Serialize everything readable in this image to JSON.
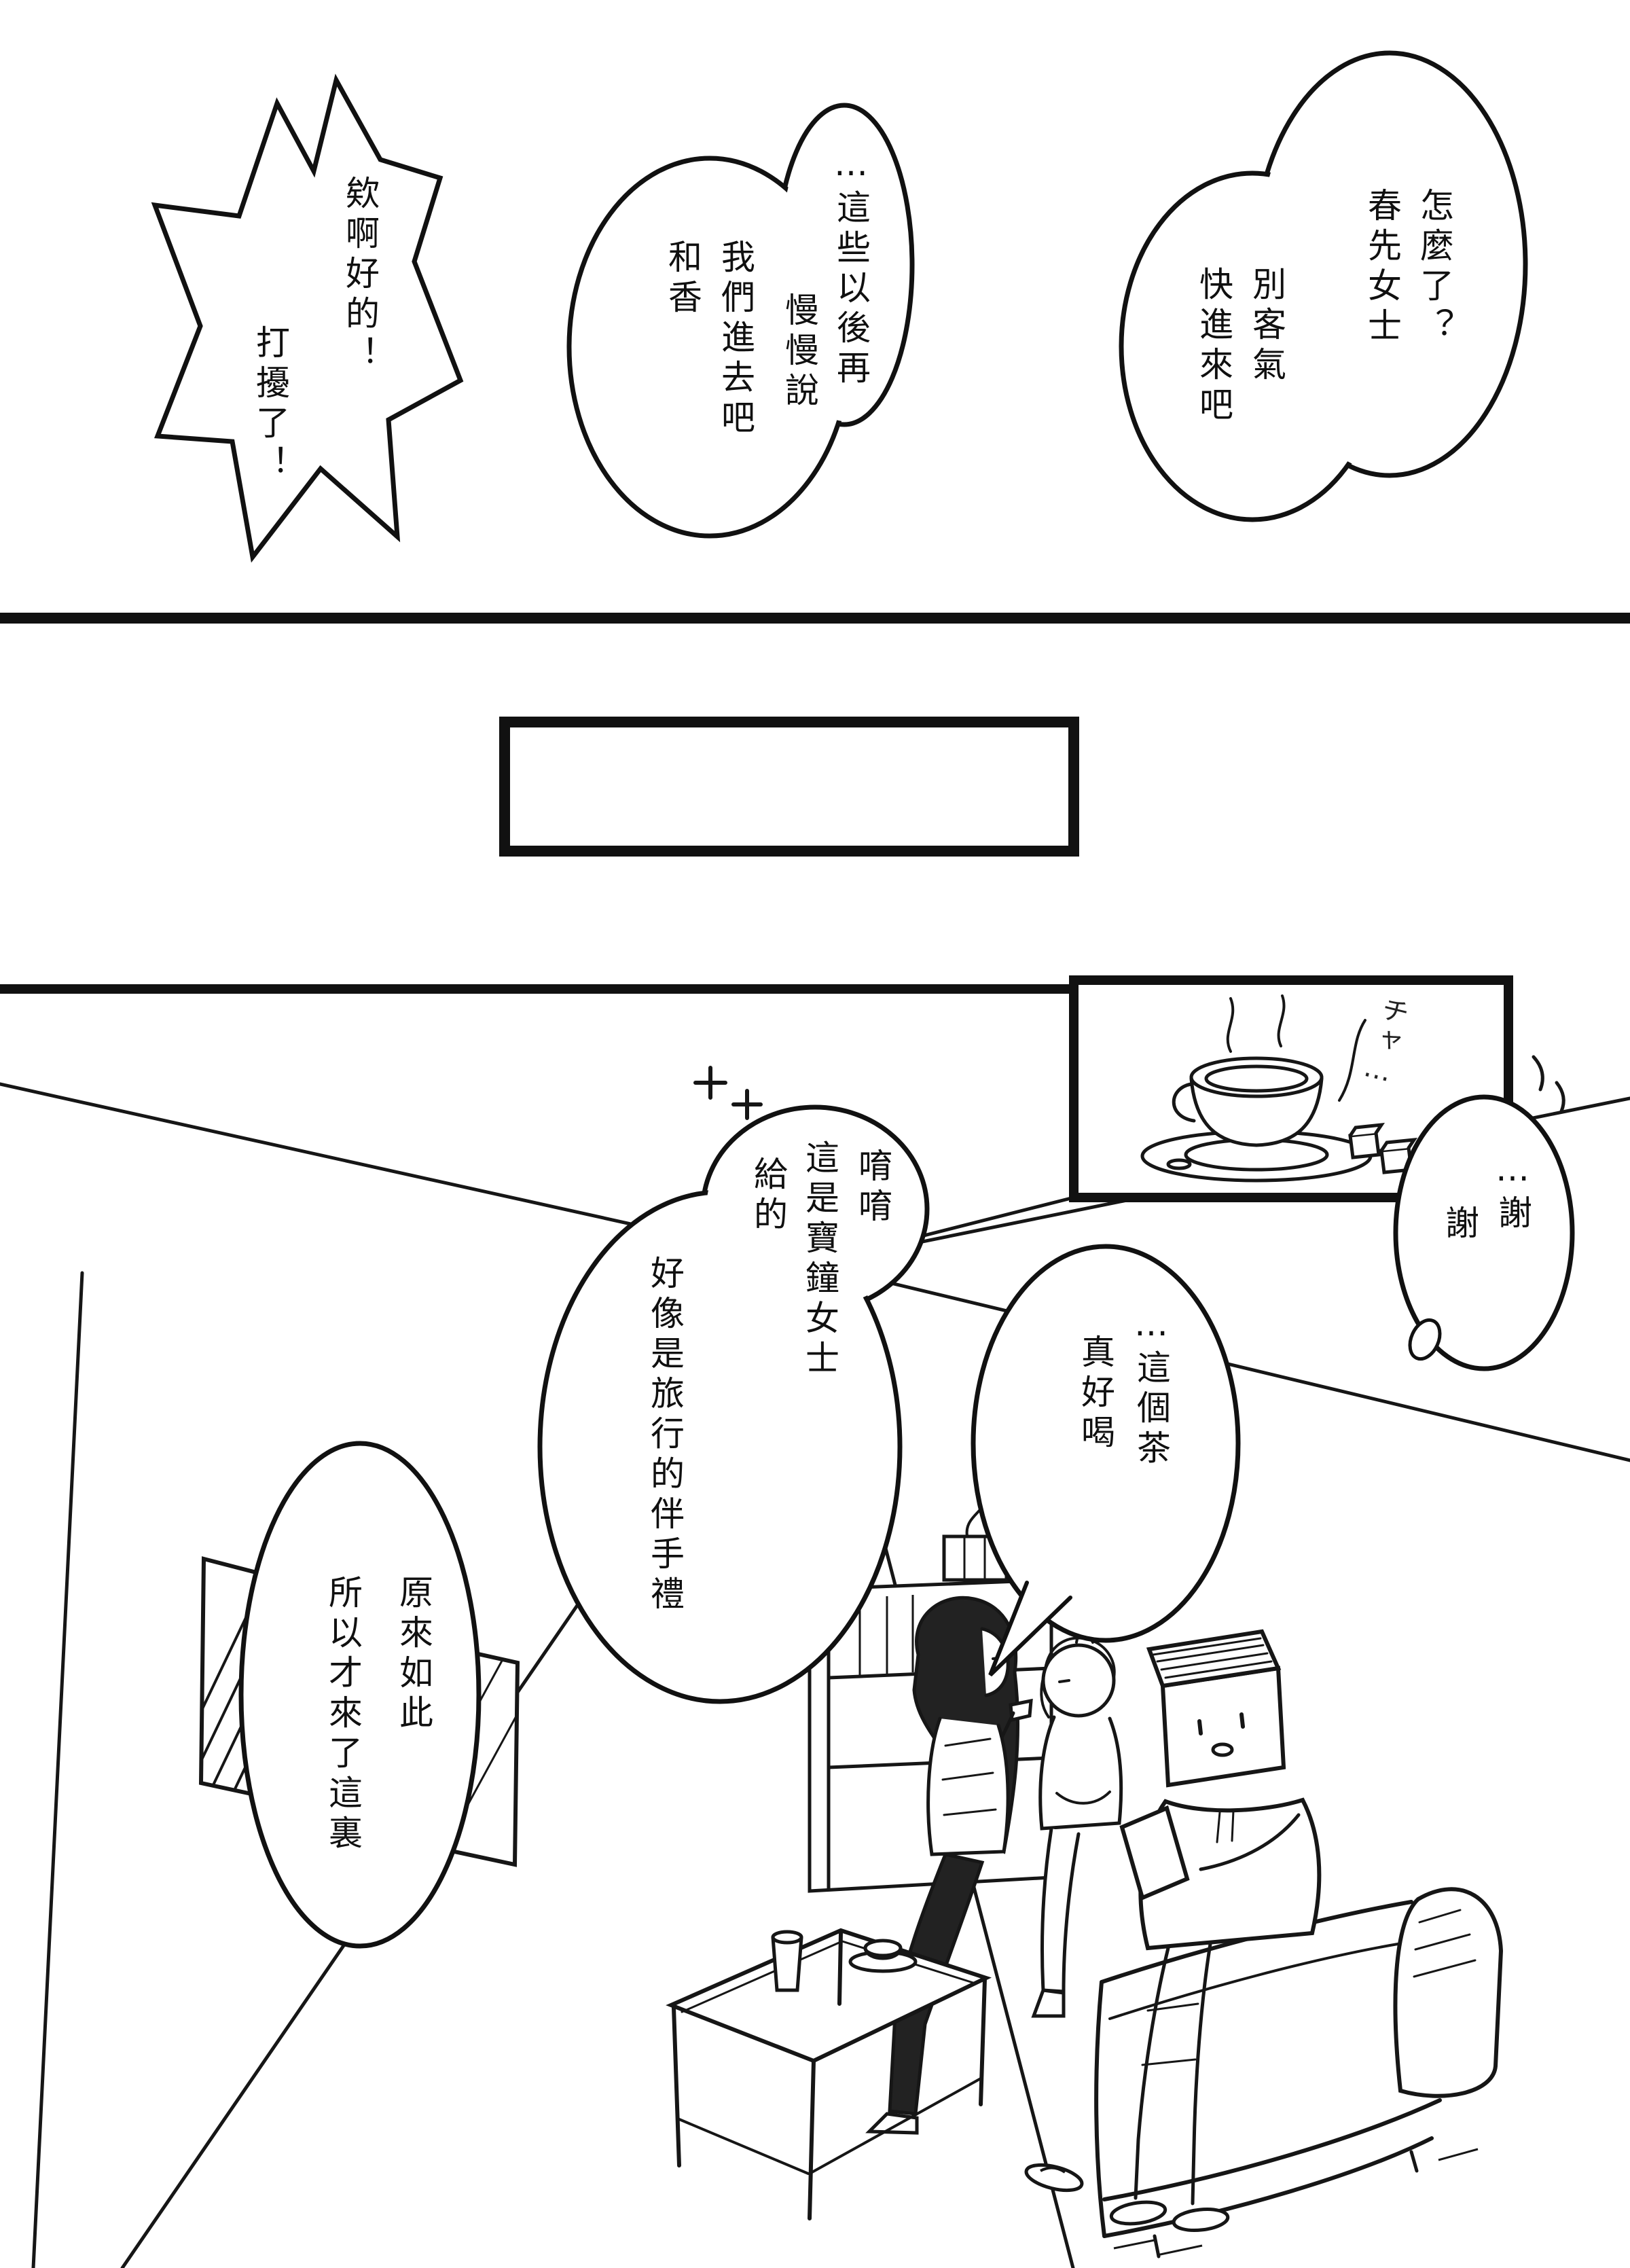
{
  "page": {
    "type": "manga-comic-page",
    "language": "zh-Hant",
    "ink_color": "#111111",
    "paper_color": "#ffffff"
  },
  "panel_top": {
    "bubble_greeting": {
      "columns": [
        "怎麼了？",
        "春先女士",
        "別客氣",
        "快進來吧"
      ]
    },
    "bubble_reply": {
      "columns": [
        "…這些以後再",
        "慢慢說",
        "我們進去吧",
        "和香"
      ]
    },
    "bubble_excuse": {
      "columns": [
        "欸啊好的！",
        "打擾了！"
      ]
    }
  },
  "panel_caption": {
    "text": ""
  },
  "panel_room": {
    "sfx_tea": "チャ…",
    "bubble_thanks": {
      "columns": [
        "…謝",
        "謝"
      ]
    },
    "bubble_souvenir": {
      "columns": [
        "唷唷",
        "這是寶鐘女士",
        "給的",
        "好像是旅行的伴手禮"
      ]
    },
    "bubble_tea_taste": {
      "columns": [
        "…這個茶",
        "真好喝"
      ]
    },
    "bubble_realize": {
      "columns": [
        "原來如此",
        "所以才來了這裏"
      ]
    }
  }
}
